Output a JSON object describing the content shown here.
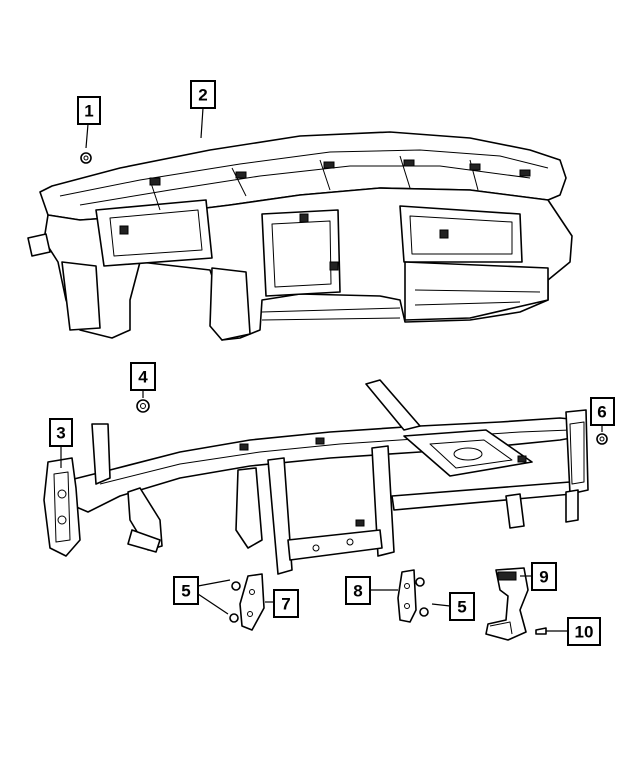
{
  "diagram": {
    "callouts": [
      {
        "id": "c1",
        "label": "1"
      },
      {
        "id": "c2",
        "label": "2"
      },
      {
        "id": "c3",
        "label": "3"
      },
      {
        "id": "c4",
        "label": "4"
      },
      {
        "id": "c5a",
        "label": "5"
      },
      {
        "id": "c5b",
        "label": "5"
      },
      {
        "id": "c6",
        "label": "6"
      },
      {
        "id": "c7",
        "label": "7"
      },
      {
        "id": "c8",
        "label": "8"
      },
      {
        "id": "c9",
        "label": "9"
      },
      {
        "id": "c10",
        "label": "10"
      }
    ]
  }
}
